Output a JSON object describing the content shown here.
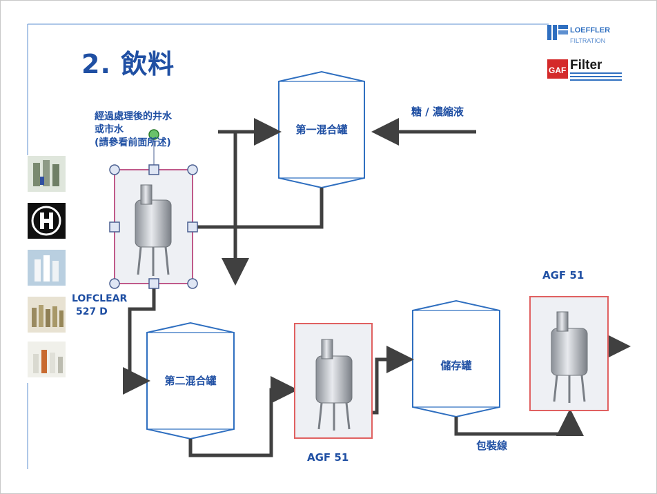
{
  "title": "2.  飲料",
  "logos": {
    "loeffler_line1": "LOEFFLER",
    "loeffler_line2": "FILTRATION",
    "gaf_badge": "GAF",
    "gaf_word": "Filter"
  },
  "source_label": {
    "line1": "經過處理後的井水",
    "line2": "或市水",
    "line3": "(請參看前面所述)"
  },
  "lofclear_label": {
    "line1": "LOFCLEAR",
    "line2": "527 D"
  },
  "tanks": {
    "mix1": "第一混合罐",
    "mix2": "第二混合罐",
    "storage": "儲存罐"
  },
  "syrup_label": "糖 / 濃縮液",
  "agf_labels": {
    "middle": "AGF 51",
    "right": "AGF 51"
  },
  "packaging_label": "包裝線",
  "colors": {
    "title_blue": "#1f4fa3",
    "tank_stroke": "#2f6fc0",
    "arrow": "#404040",
    "selection": "#c05a8a",
    "filter_frame": "#e06060"
  },
  "thumbnail_icons": [
    "filter-housing-photo-icon",
    "h-logo-icon",
    "cartridge-photo-icon",
    "filter-rack-photo-icon",
    "bottles-photo-icon"
  ]
}
